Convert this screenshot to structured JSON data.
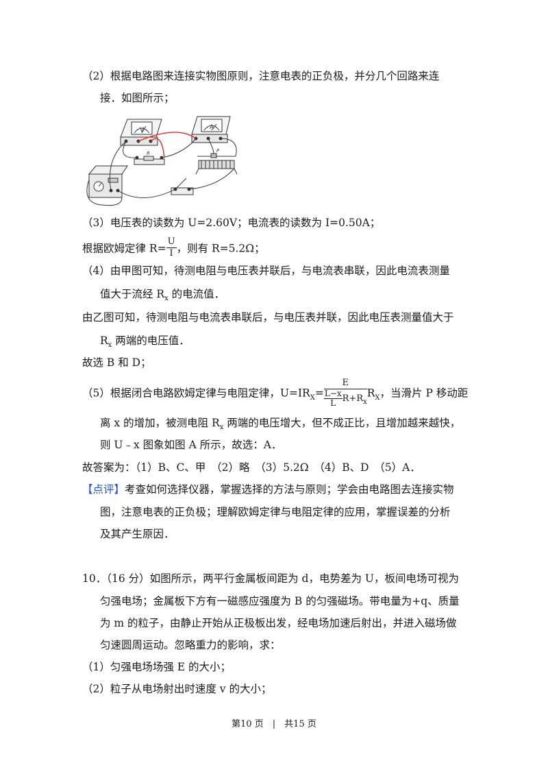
{
  "lines": {
    "l1": "（2）根据电路图来连接实物图原则，注意电表的正负极，并分几个回路来连",
    "l2": "接．如图所示；",
    "l3": "（3）电压表的读数为 U=2.60V；电流表的读数为 I=0.50A；",
    "l4_pre": "根据欧姆定律 R=",
    "l4_num": "U",
    "l4_den": "I",
    "l4_post": "，则有 R=5.2Ω；",
    "l5": "（4）由甲图可知，待测电阻与电压表并联后，与电流表串联，因此电流表测量",
    "l6_pre": "值大于流经 R",
    "l6_sub": "x",
    "l6_post": " 的电流值．",
    "l7": "由乙图可知，待测电阻与电流表串联后，与电压表并联，因此电压表测量值大于",
    "l8_pre": "R",
    "l8_sub": "x",
    "l8_post": " 两端的电压值．",
    "l9": "故选 B 和 D；",
    "l10_pre": "（5）根据闭合电路欧姆定律与电阻定律，U=IR",
    "l10_sub": "X",
    "l10_eq": "=",
    "l10_fnum": "E",
    "l10_inum": "L−x",
    "l10_iden": "L",
    "l10_rest": "R+R",
    "l10_rsub": "x",
    "l10_after": "R",
    "l10_after_sub": "X",
    "l10_post": "，当滑片 P 移动距",
    "l11_pre": "离 x 的增加，被测电阻 R",
    "l11_sub": "x",
    "l11_post": " 两端的电压增大，但不成正比，且增加越来越快，",
    "l12": "则 U﹣x 图象如图 A 所示，故选：A．",
    "l13": "故答案为：（1）B、C、甲　（2）略　（3）5.2Ω　（4）B、D　（5）A．",
    "l14_tag": "【点评】",
    "l14_text": "考查如何选择仪器，掌握选择的方法与原则；学会由电路图去连接实物",
    "l15": "图，注意电表的正负极；理解欧姆定律与电阻定律的应用，掌握误差的分析",
    "l16": "及其产生原因．",
    "l17": "10．（16 分）如图所示，两平行金属板间距为 d，电势差为 U，板间电场可视为",
    "l18": "匀强电场；金属板下方有一磁感应强度为 B 的匀强磁场。带电量为+q、质量",
    "l19": "为 m 的粒子，由静止开始从正极板出发，经电场加速后射出，并进入磁场做",
    "l20": "匀速圆周运动。忽略重力的影响，求：",
    "l21": "（1）匀强电场场强 E 的大小；",
    "l22": "（2）粒子从电场射出时速度 v 的大小；"
  },
  "figure": {
    "voltmeter_label": "V",
    "ammeter_label": "A",
    "resistor_label": "R",
    "rheostat_label": "P"
  },
  "footer": "第10 页　|　共15 页"
}
